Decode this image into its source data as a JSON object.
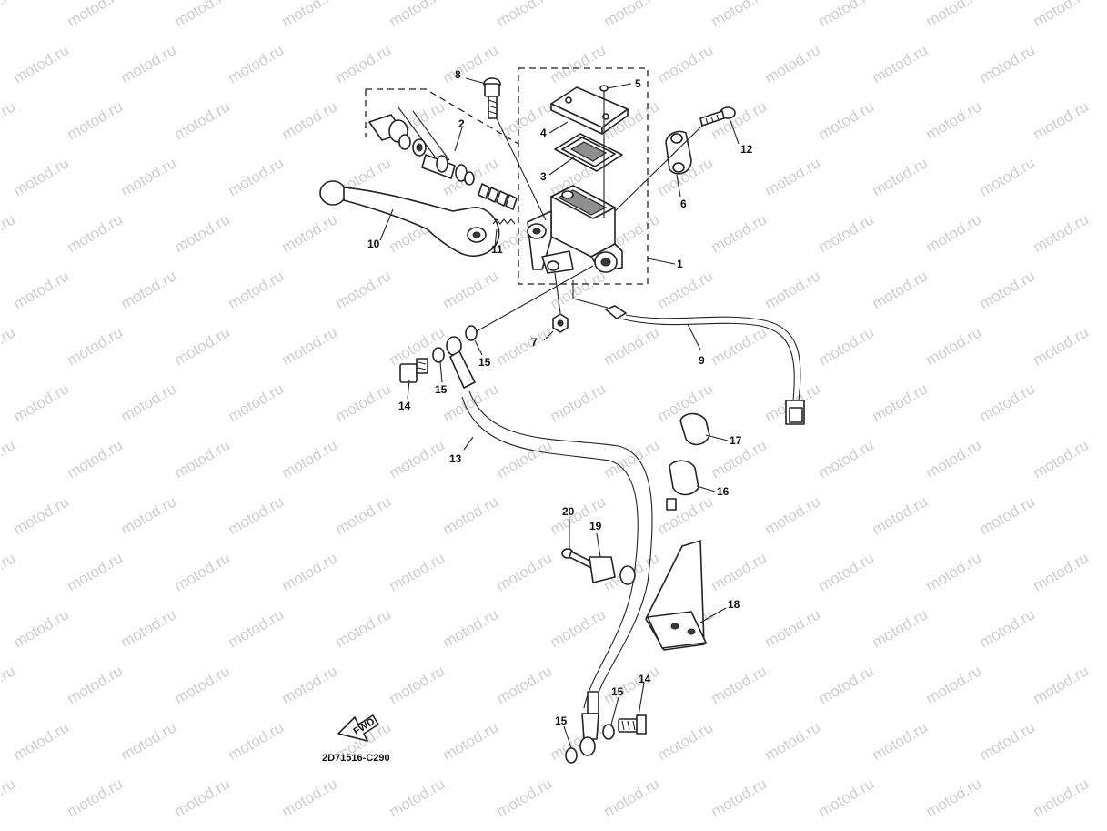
{
  "watermark": "motod.ru",
  "drawing_code": "2D71516-C290",
  "fwd_label": "FWD",
  "callouts": {
    "c1": "1",
    "c2": "2",
    "c3": "3",
    "c4": "4",
    "c5": "5",
    "c6": "6",
    "c7": "7",
    "c8": "8",
    "c9": "9",
    "c10": "10",
    "c11": "11",
    "c12": "12",
    "c13": "13",
    "c14a": "14",
    "c14b": "14",
    "c15a": "15",
    "c15b": "15",
    "c15c": "15",
    "c15d": "15",
    "c16": "16",
    "c17": "17",
    "c18": "18",
    "c19": "19",
    "c20": "20"
  },
  "colors": {
    "line": "#222222",
    "watermark": "#cfcfcf",
    "background": "#ffffff"
  }
}
